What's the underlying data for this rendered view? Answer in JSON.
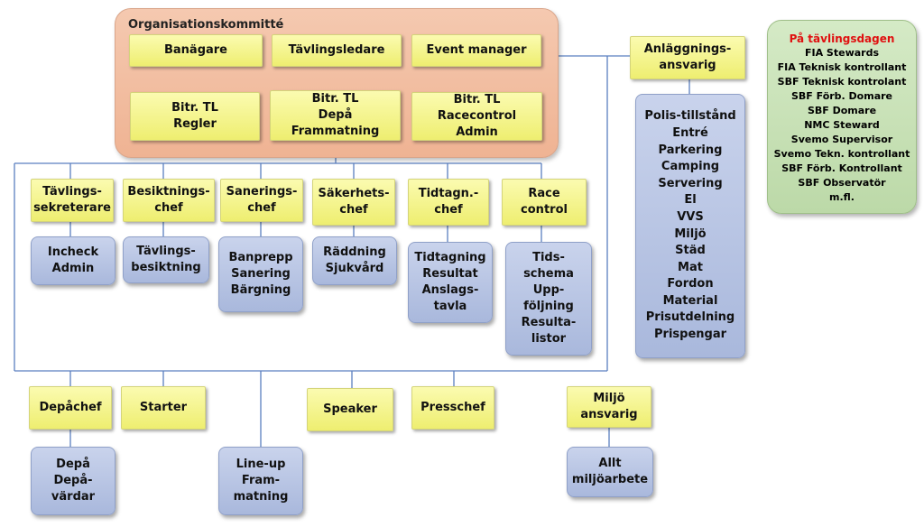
{
  "org": {
    "title": "Organisationskommitté",
    "banagare": "Banägare",
    "tavlingsledare": "Tävlingsledare",
    "event_manager": "Event  manager",
    "bitr_regler": "Bitr. TL\nRegler",
    "bitr_depa": "Bitr. TL\nDepå\nFrammatning",
    "bitr_race": "Bitr. TL\nRacecontrol\nAdmin"
  },
  "anlaggning": {
    "title": "Anläggnings-\nansvarig",
    "list": "Polis-tillstånd\nEntré\nParkering\nCamping\nServering\nEl\nVVS\nMiljö\nStäd\nMat\nFordon\nMaterial\nPrisutdelning\nPrispengar"
  },
  "competition_day": {
    "heading": "På tävlingsdagen",
    "items": [
      "FIA Stewards",
      "FIA Teknisk kontrollant",
      "SBF Teknisk kontrolant",
      "SBF Förb. Domare",
      "SBF Domare",
      "NMC Steward",
      "Svemo Supervisor",
      "Svemo Tekn. kontrollant",
      "SBF Förb. Kontrollant",
      "SBF Observatör",
      "m.fl."
    ]
  },
  "row2": {
    "sekreterare": "Tävlings-\nsekreterare",
    "besiktning_chef": "Besiktnings-\nchef",
    "sanering_chef": "Sanerings-\nchef",
    "sakerhet_chef": "Säkerhets-\nchef",
    "tidtagn_chef": "Tidtagn.-\nchef",
    "race_control": "Race\ncontrol"
  },
  "row2_tasks": {
    "incheck": "Incheck\nAdmin",
    "besiktning": "Tävlings-\nbesiktning",
    "banprepp": "Banprepp\nSanering\nBärgning",
    "raddning": "Räddning\nSjukvård",
    "tidtagning": "Tidtagning\nResultat\nAnslags-\ntavla",
    "tidsschema": "Tids-\nschema\nUpp-\nföljning\nResulta-\nlistor"
  },
  "row3": {
    "depachef": "Depåchef",
    "starter": "Starter",
    "speaker": "Speaker",
    "presschef": "Presschef",
    "miljo": "Miljö\nansvarig"
  },
  "row3_tasks": {
    "depa": "Depå\nDepå-\nvärdar",
    "lineup": "Line-up\nFram-\nmatning",
    "allt_miljo": "Allt\nmiljöarbete"
  },
  "colors": {
    "yellow": "#f4f48a",
    "blue": "#b3c1e2",
    "peach": "#f2bc9e",
    "green": "#c6e0b4",
    "line": "#5a7fc0",
    "red": "#e01010"
  }
}
